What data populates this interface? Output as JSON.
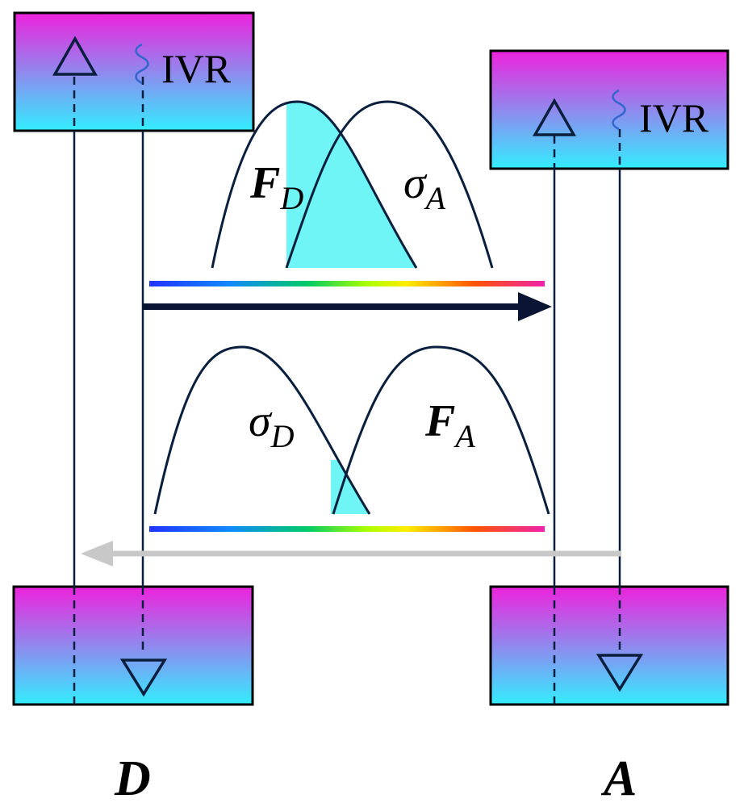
{
  "diagram": {
    "donor": {
      "label": "D",
      "excited_state": {
        "ivr_label": "IVR",
        "absorption_symbol": "△"
      },
      "ground_state": {
        "emission_symbol": "▽"
      }
    },
    "acceptor": {
      "label": "A",
      "excited_state": {
        "ivr_label": "IVR",
        "absorption_symbol": "△"
      },
      "ground_state": {
        "emission_symbol": "▽"
      }
    },
    "forward_transfer": {
      "direction": "donor-to-acceptor",
      "emission_label": {
        "main": "F",
        "sub": "D"
      },
      "absorption_label": {
        "main": "σ",
        "sub": "A"
      },
      "overlap": "large"
    },
    "back_transfer": {
      "direction": "acceptor-to-donor",
      "absorption_label": {
        "main": "σ",
        "sub": "D"
      },
      "emission_label": {
        "main": "F",
        "sub": "A"
      },
      "overlap": "small"
    },
    "colors": {
      "state_box_top": "#ee22dd",
      "state_box_bottom": "#33eeff",
      "overlap_fill": "#6ff5f5",
      "curve_stroke": "#0a1f3d",
      "forward_arrow": "#0a1433",
      "back_arrow": "#c8c8c8",
      "ivr_wave": "#3366cc"
    }
  }
}
